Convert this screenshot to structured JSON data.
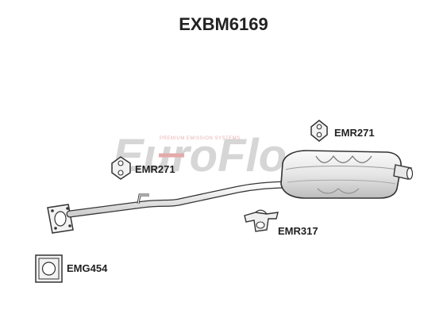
{
  "title": "EXBM6169",
  "watermark": {
    "brand": "EuroFlo",
    "tagline": "PREMIUM EMISSION SYSTEMS"
  },
  "parts": {
    "hanger_top": "EMR271",
    "hanger_left": "EMR271",
    "bracket": "EMR317",
    "gasket": "EMG454"
  },
  "colors": {
    "outline": "#333333",
    "fill": "#f2f2f2",
    "shade": "#d0d0d0",
    "watermark_grey": "#c8c8c8",
    "watermark_red": "#e3a0a0"
  }
}
